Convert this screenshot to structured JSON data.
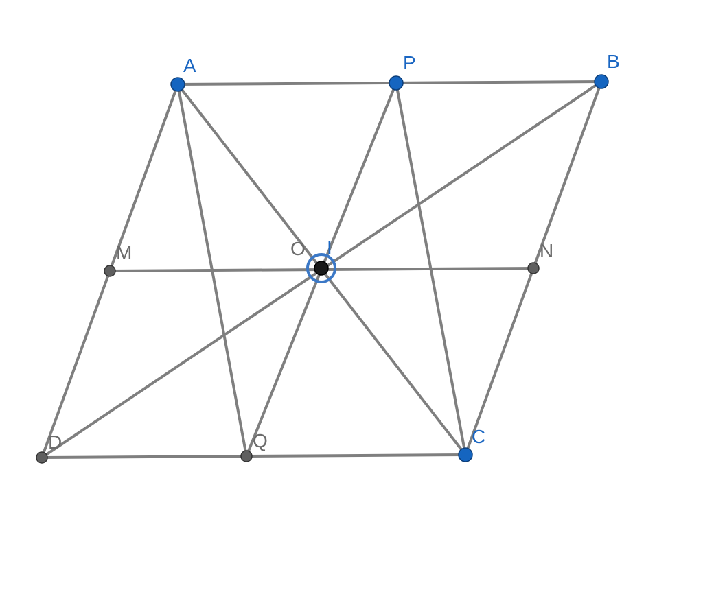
{
  "diagram": {
    "points": [
      {
        "id": "A",
        "label": "A",
        "kind": "free"
      },
      {
        "id": "P",
        "label": "P",
        "kind": "free"
      },
      {
        "id": "B",
        "label": "B",
        "kind": "free"
      },
      {
        "id": "M",
        "label": "M",
        "kind": "dependent"
      },
      {
        "id": "I",
        "label": "I",
        "kind": "selected"
      },
      {
        "id": "N",
        "label": "N",
        "kind": "dependent"
      },
      {
        "id": "D",
        "label": "D",
        "kind": "dependent"
      },
      {
        "id": "Q",
        "label": "Q",
        "kind": "dependent"
      },
      {
        "id": "C",
        "label": "C",
        "kind": "free"
      }
    ],
    "extra_labels": [
      {
        "id": "O",
        "label": "O"
      }
    ],
    "segments": [
      [
        "A",
        "B"
      ],
      [
        "A",
        "D"
      ],
      [
        "B",
        "C"
      ],
      [
        "D",
        "C"
      ],
      [
        "M",
        "N"
      ],
      [
        "P",
        "Q"
      ],
      [
        "A",
        "C"
      ],
      [
        "B",
        "D"
      ],
      [
        "A",
        "Q"
      ],
      [
        "P",
        "C"
      ]
    ],
    "colors": {
      "free_point": "#1565c0",
      "dependent_point": "#5f5f5f",
      "segment": "#7f7f7f",
      "selection_ring": "#3b78c6"
    }
  }
}
